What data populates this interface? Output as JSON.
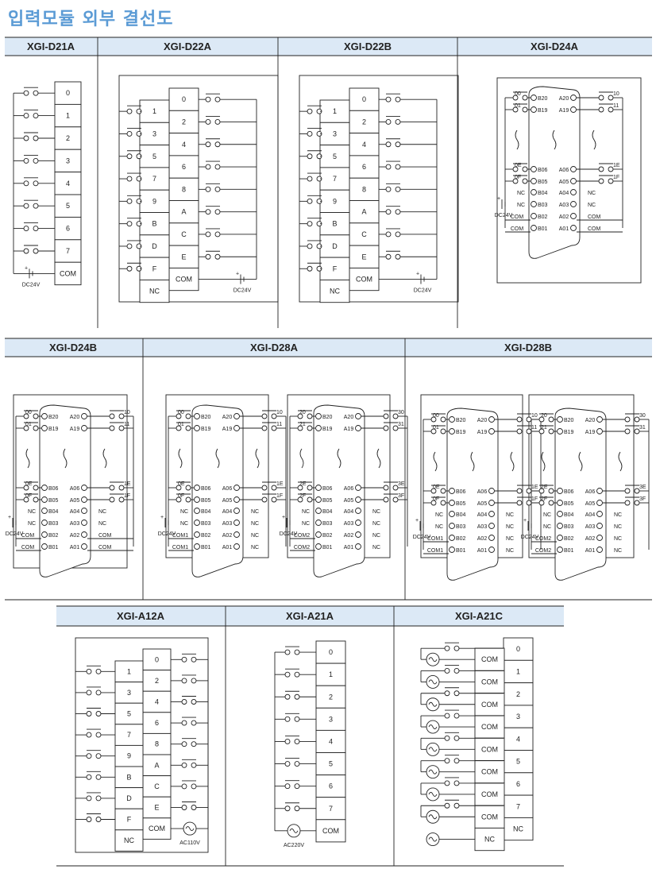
{
  "title": "입력모듈 외부 결선도",
  "colors": {
    "title": "#5b9bd5",
    "header_bg": "#dce9f6",
    "line": "#222222"
  },
  "modules": {
    "d21a": {
      "name": "XGI-D21A",
      "terminals": [
        "0",
        "1",
        "2",
        "3",
        "4",
        "5",
        "6",
        "7",
        "COM"
      ],
      "supply": "DC24V"
    },
    "d22a": {
      "name": "XGI-D22A",
      "left": [
        "1",
        "3",
        "5",
        "7",
        "9",
        "B",
        "D",
        "F",
        "NC"
      ],
      "right": [
        "0",
        "2",
        "4",
        "6",
        "8",
        "A",
        "C",
        "E",
        "COM"
      ],
      "supply": "DC24V"
    },
    "d22b": {
      "name": "XGI-D22B",
      "left": [
        "1",
        "3",
        "5",
        "7",
        "9",
        "B",
        "D",
        "F",
        "NC"
      ],
      "right": [
        "0",
        "2",
        "4",
        "6",
        "8",
        "A",
        "C",
        "E",
        "COM"
      ],
      "supply": "DC24V"
    },
    "d24a": {
      "name": "XGI-D24A",
      "supply": "DC24V"
    },
    "d24b": {
      "name": "XGI-D24B",
      "supply": "DC24V"
    },
    "d28a": {
      "name": "XGI-D28A",
      "supply": "DC24V"
    },
    "d28b": {
      "name": "XGI-D28B",
      "supply": "DC24V"
    },
    "a12a": {
      "name": "XGI-A12A",
      "left": [
        "1",
        "3",
        "5",
        "7",
        "9",
        "B",
        "D",
        "F",
        "NC"
      ],
      "right": [
        "0",
        "2",
        "4",
        "6",
        "8",
        "A",
        "C",
        "E",
        "COM"
      ],
      "supply": "AC110V"
    },
    "a21a": {
      "name": "XGI-A21A",
      "terminals": [
        "0",
        "1",
        "2",
        "3",
        "4",
        "5",
        "6",
        "7",
        "COM"
      ],
      "supply": "AC220V"
    },
    "a21c": {
      "name": "XGI-A21C",
      "left": [
        "COM",
        "COM",
        "COM",
        "COM",
        "COM",
        "COM",
        "COM",
        "COM",
        "NC"
      ],
      "right": [
        "0",
        "1",
        "2",
        "3",
        "4",
        "5",
        "6",
        "7",
        "NC"
      ]
    }
  },
  "connector": {
    "left_pins": [
      "B20",
      "B19",
      "B06",
      "B05",
      "B04",
      "B03",
      "B02",
      "B01"
    ],
    "right_pins": [
      "A20",
      "A19",
      "A06",
      "A05",
      "A04",
      "A03",
      "A02",
      "A01"
    ],
    "nc": "NC",
    "com": "COM",
    "com1": "COM1",
    "com2": "COM2"
  },
  "inputs": {
    "group1": [
      "00",
      "01",
      "0E",
      "0F"
    ],
    "group1_right": [
      "10",
      "11",
      "1E",
      "1F"
    ],
    "group2": [
      "20",
      "21",
      "2E",
      "2F"
    ],
    "group2_right": [
      "30",
      "31",
      "3E",
      "3F"
    ]
  }
}
